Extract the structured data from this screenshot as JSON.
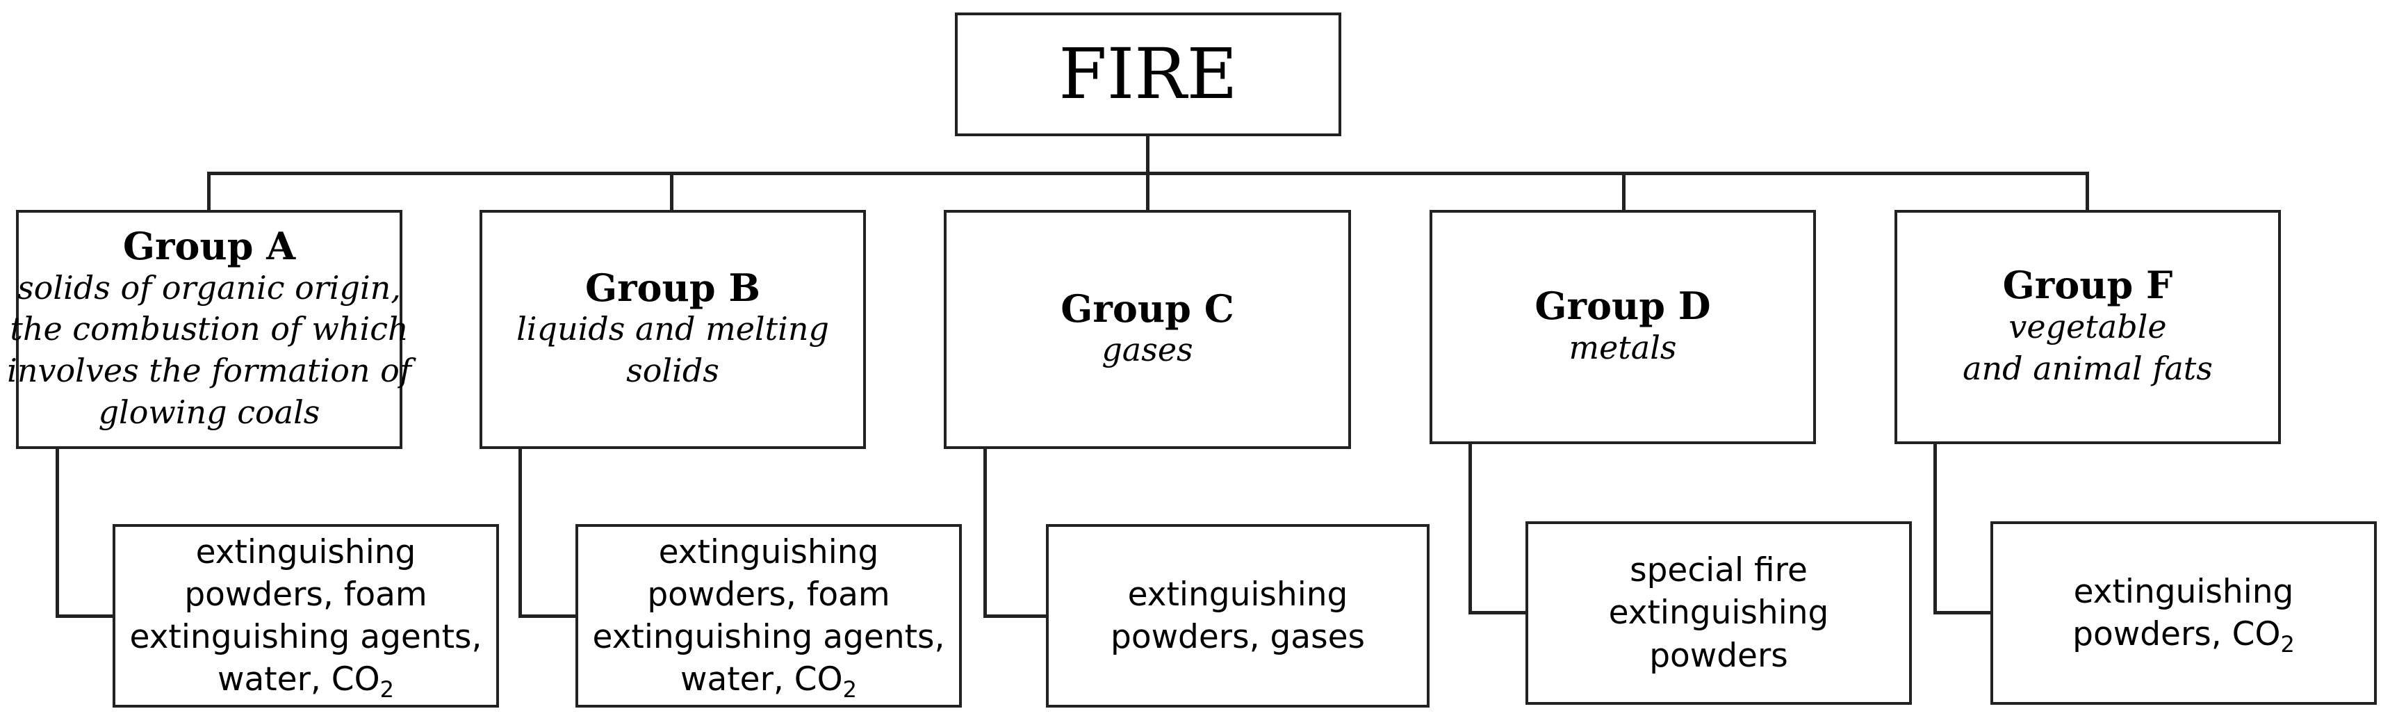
{
  "root": {
    "label": "FIRE"
  },
  "groups": [
    {
      "title": "Group A",
      "description_lines": [
        "solids of organic origin,",
        "the combustion of which",
        "involves the formation of",
        "glowing coals"
      ],
      "means_lines": [
        "extinguishing",
        "powders, foam",
        "extinguishing agents,",
        "water, CO"
      ],
      "means_subscript": "2"
    },
    {
      "title": "Group B",
      "description_lines": [
        "liquids and melting",
        "solids"
      ],
      "means_lines": [
        "extinguishing",
        "powders, foam",
        "extinguishing agents,",
        "water, CO"
      ],
      "means_subscript": "2"
    },
    {
      "title": "Group C",
      "description_lines": [
        "gases"
      ],
      "means_lines": [
        "extinguishing",
        "powders, gases"
      ],
      "means_subscript": ""
    },
    {
      "title": "Group D",
      "description_lines": [
        "metals"
      ],
      "means_lines": [
        "special fire",
        "extinguishing",
        "powders"
      ],
      "means_subscript": ""
    },
    {
      "title": "Group F",
      "description_lines": [
        "vegetable",
        "and animal fats"
      ],
      "means_lines": [
        "extinguishing",
        "powders, CO"
      ],
      "means_subscript": "2"
    }
  ]
}
